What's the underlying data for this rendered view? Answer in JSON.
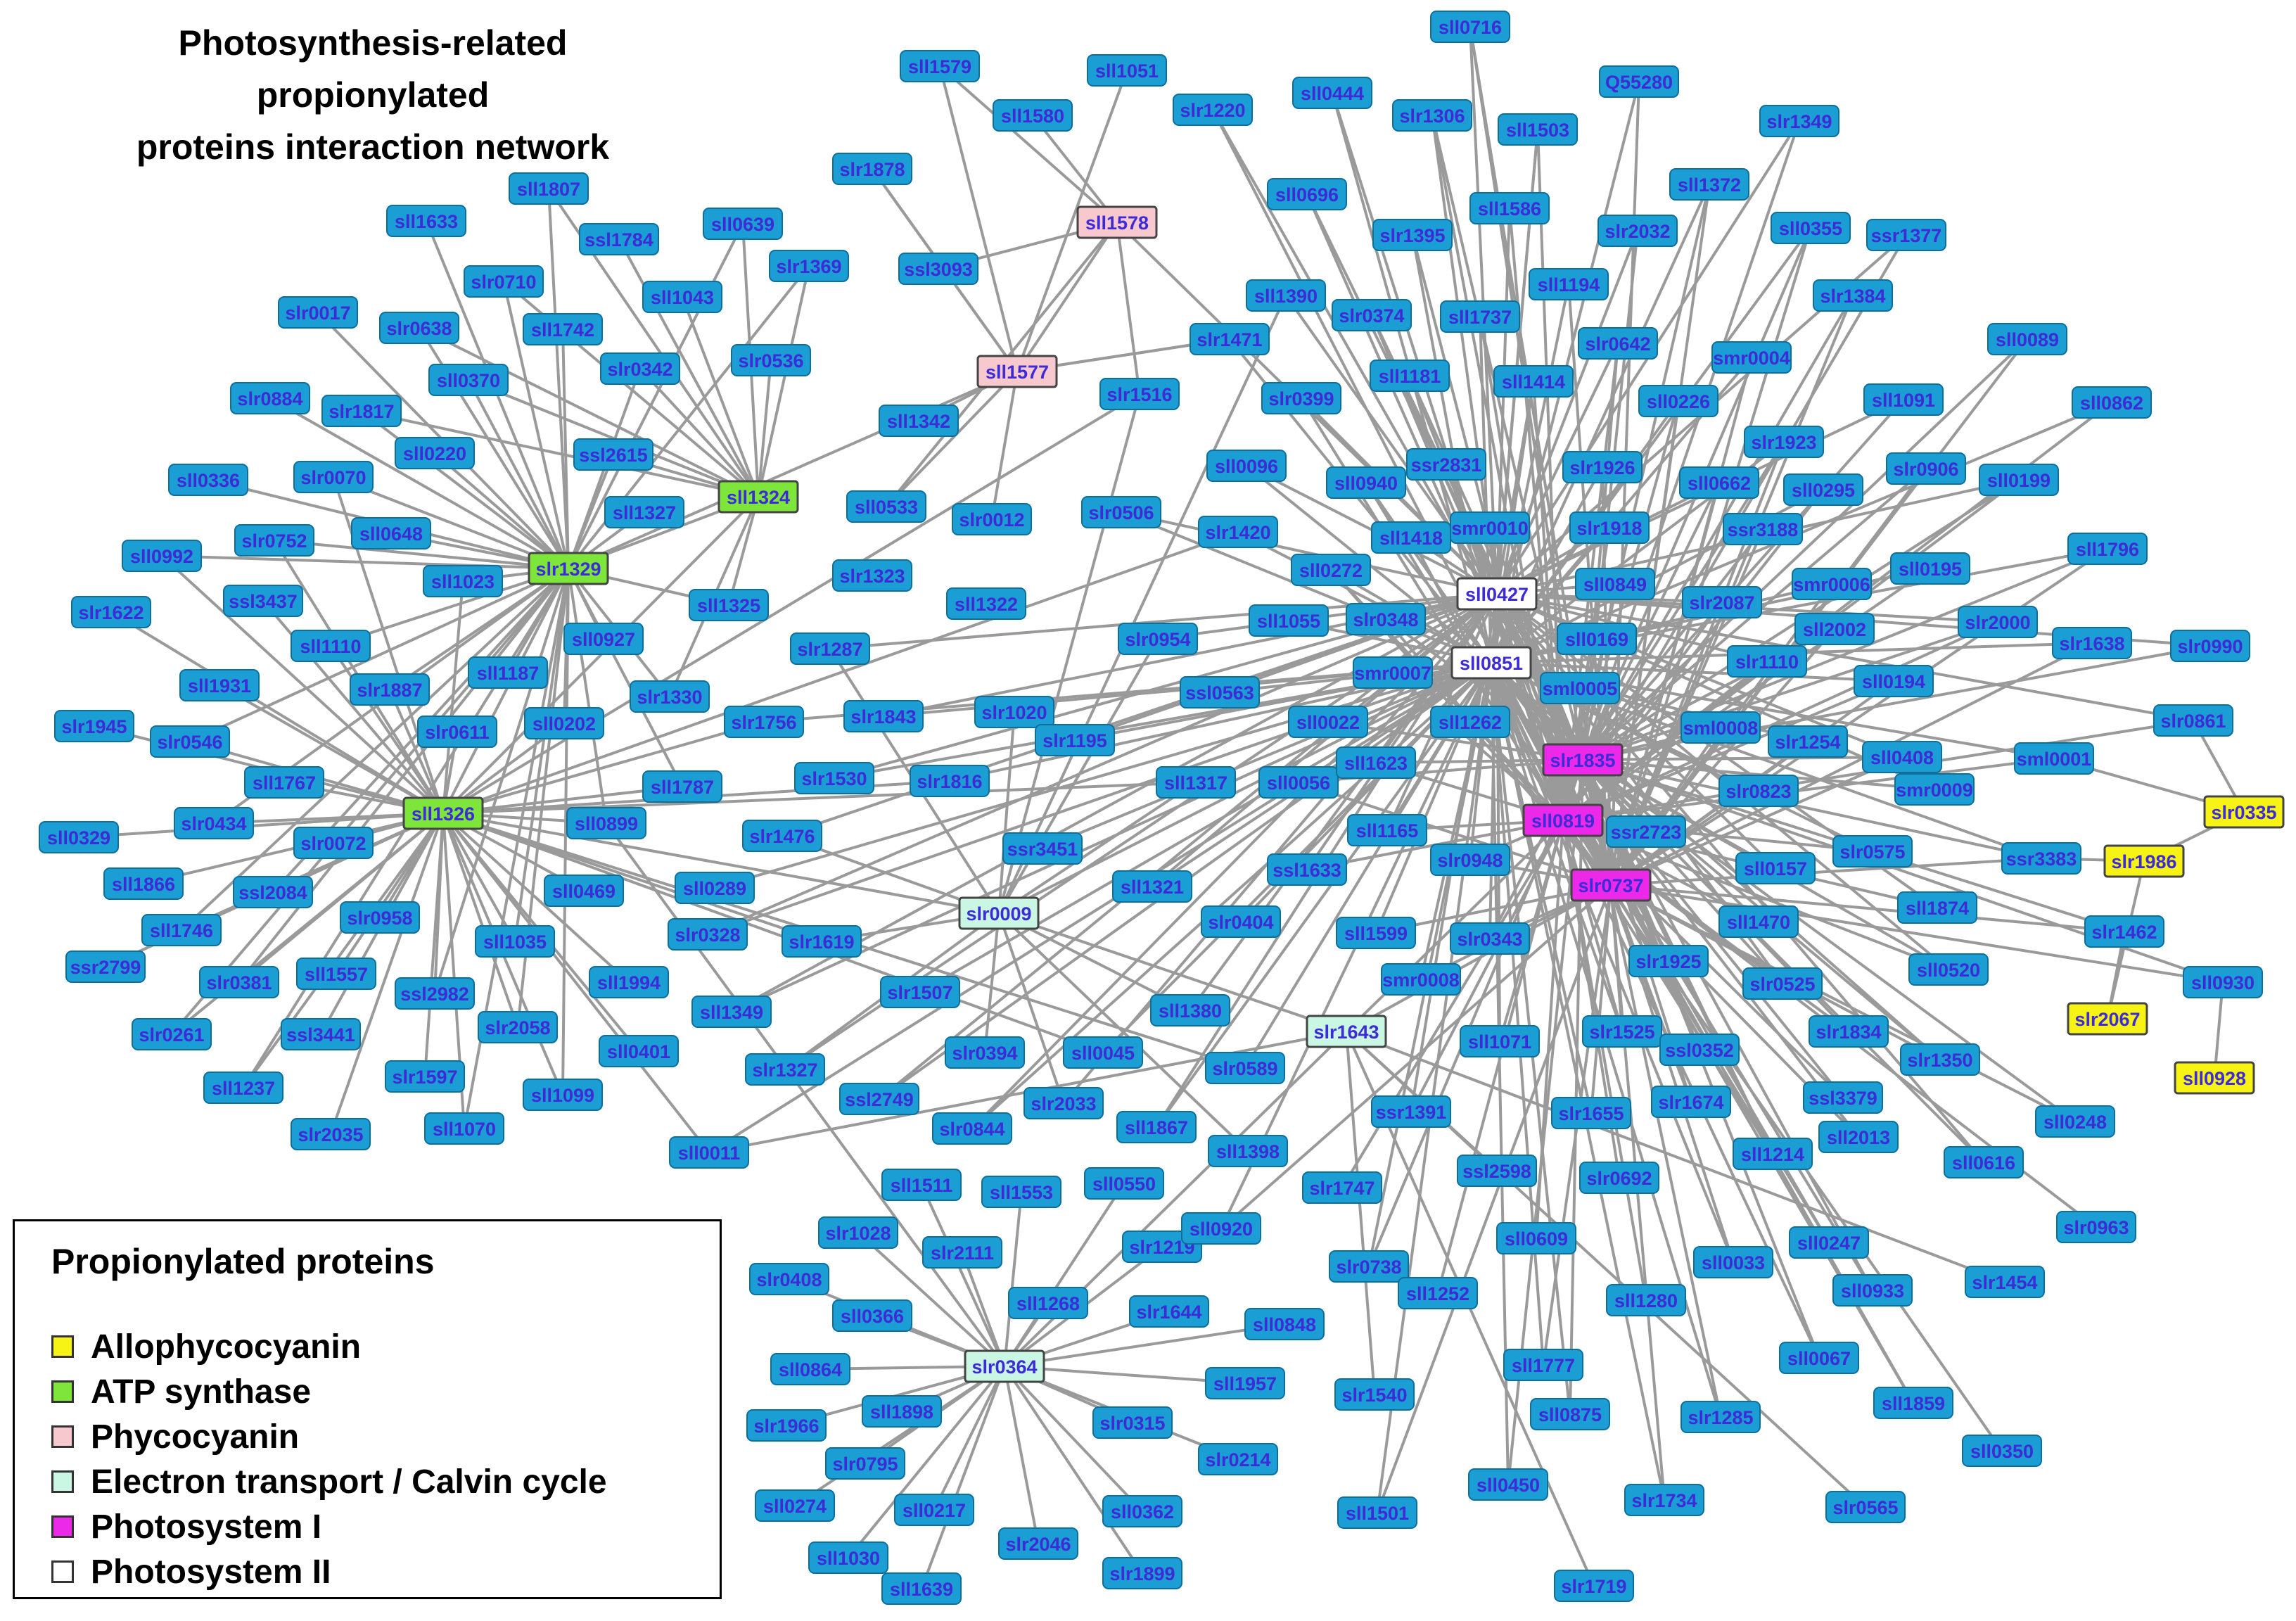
{
  "title_line1": "Photosynthesis-related propionylated",
  "title_line2": "proteins interaction network",
  "colors": {
    "default": "#1a9ed4",
    "default_text": "#3d2bd8",
    "edge": "#9a9a9a",
    "Allophycocyanin": "#f7f314",
    "ATP synthase": "#7ee63a",
    "Phycocyanin": "#f8c8cf",
    "Electron transport / Calvin cycle": "#c9f7e3",
    "Photosystem I": "#ec29e8",
    "Photosystem II": "#ffffff"
  },
  "legend": {
    "title": "Propionylated proteins",
    "items": [
      {
        "label": "Allophycocyanin",
        "color": "#f7f314"
      },
      {
        "label": "ATP synthase",
        "color": "#7ee63a"
      },
      {
        "label": "Phycocyanin",
        "color": "#f8c8cf"
      },
      {
        "label": "Electron transport / Calvin cycle",
        "color": "#c9f7e3"
      },
      {
        "label": "Photosystem I",
        "color": "#ec29e8"
      },
      {
        "label": "Photosystem II",
        "color": "#ffffff"
      }
    ]
  },
  "hubs": [
    {
      "id": "sll1324",
      "cat": "ATP synthase"
    },
    {
      "id": "slr1329",
      "cat": "ATP synthase"
    },
    {
      "id": "sll1326",
      "cat": "ATP synthase"
    },
    {
      "id": "sll1578",
      "cat": "Phycocyanin"
    },
    {
      "id": "sll1577",
      "cat": "Phycocyanin"
    },
    {
      "id": "slr0009",
      "cat": "Electron transport / Calvin cycle"
    },
    {
      "id": "slr1643",
      "cat": "Electron transport / Calvin cycle"
    },
    {
      "id": "slr0364",
      "cat": "Electron transport / Calvin cycle"
    },
    {
      "id": "sll0427",
      "cat": "Photosystem II"
    },
    {
      "id": "sll0851",
      "cat": "Photosystem II"
    },
    {
      "id": "slr1835",
      "cat": "Photosystem I"
    },
    {
      "id": "sll0819",
      "cat": "Photosystem I"
    },
    {
      "id": "slr0737",
      "cat": "Photosystem I"
    },
    {
      "id": "slr0335",
      "cat": "Allophycocyanin"
    },
    {
      "id": "slr1986",
      "cat": "Allophycocyanin"
    },
    {
      "id": "slr2067",
      "cat": "Allophycocyanin"
    },
    {
      "id": "sll0928",
      "cat": "Allophycocyanin"
    }
  ],
  "nodes_left": [
    "sll1807",
    "ssl1784",
    "sll0639",
    "sll1633",
    "slr0710",
    "sll1043",
    "slr1369",
    "slr0017",
    "slr0638",
    "sll1742",
    "slr0342",
    "slr0536",
    "sll0370",
    "slr0884",
    "slr1817",
    "sll0220",
    "ssl2615",
    "sll0336",
    "slr0070",
    "sll1327",
    "slr0752",
    "sll0648",
    "sll0992",
    "ssl3437",
    "sll1023",
    "slr1622",
    "sll1110",
    "sll0927",
    "sll1325",
    "sll1931",
    "slr1887",
    "sll1187",
    "slr1330",
    "slr1945",
    "slr0546",
    "slr0611",
    "sll0202",
    "sll1767",
    "sll1787",
    "sll0329",
    "slr0434",
    "slr0072",
    "sll0899",
    "sll1866",
    "ssl2084",
    "sll0469",
    "sll1746",
    "slr0958",
    "sll1035",
    "ssr2799",
    "slr0381",
    "sll1557",
    "ssl2982",
    "sll1994",
    "slr0261",
    "ssl3441",
    "slr2058",
    "sll0401",
    "sll1237",
    "slr1597",
    "sll1099",
    "slr2035",
    "sll1070"
  ],
  "nodes_mid": [
    "sll1579",
    "sll1051",
    "sll1580",
    "slr1878",
    "ssl3093",
    "sll1342",
    "sll0533",
    "slr0012",
    "slr1323",
    "sll1322",
    "slr1287",
    "slr1756",
    "slr1843",
    "slr1020",
    "slr1530",
    "slr1816",
    "slr1476",
    "sll0289",
    "slr0328",
    "slr1619",
    "sll1349",
    "slr1507",
    "slr1327",
    "sll0011",
    "ssl2749",
    "slr0394",
    "slr0844",
    "sll0045",
    "slr2033",
    "ssr3451",
    "slr1195",
    "sll1317",
    "sll1321",
    "slr0404",
    "sll1380",
    "slr0589",
    "sll1867",
    "sll1398",
    "slr0506",
    "slr1420",
    "slr0954",
    "sll1055",
    "ssl0563",
    "slr1516",
    "sll0096",
    "slr1471",
    "sll1390"
  ],
  "nodes_bottom": [
    "sll1511",
    "sll1553",
    "sll0550",
    "slr1028",
    "slr2111",
    "slr1219",
    "slr0408",
    "sll0366",
    "sll1268",
    "slr1644",
    "sll0864",
    "sll0848",
    "sll1957",
    "slr1966",
    "sll1898",
    "slr0315",
    "slr0795",
    "slr0214",
    "sll0899",
    "sll0274",
    "sll0217",
    "sll0362",
    "sll1030",
    "slr2046",
    "sll1639",
    "slr1899",
    "sll0920",
    "slr1747",
    "slr0738",
    "slr1540",
    "sll1501",
    "sll1252",
    "sll0450",
    "ssl2598",
    "sll1777",
    "sll0609",
    "sll0875",
    "slr1719",
    "slr1734",
    "sll1280",
    "slr1285",
    "sll0011",
    "sll0033",
    "slr0692",
    "sll0067",
    "slr0565",
    "sll1859",
    "sll0350",
    "sll0933",
    "slr1454",
    "sll0247",
    "slr0963"
  ],
  "nodes_right": [
    "sll0716",
    "sll0444",
    "slr1220",
    "slr1306",
    "Q55280",
    "slr1349",
    "sll1503",
    "sll0696",
    "sll1586",
    "sll1372",
    "slr2032",
    "slr1395",
    "sll0355",
    "ssr1377",
    "sll1194",
    "slr0374",
    "sll1737",
    "slr1384",
    "slr0642",
    "smr0004",
    "sll1181",
    "sll1414",
    "sll0089",
    "slr0399",
    "sll0226",
    "sll1091",
    "sll0862",
    "slr1923",
    "ssr2831",
    "slr1926",
    "sll0662",
    "sll0295",
    "slr0906",
    "sll0199",
    "sll0940",
    "smr0010",
    "slr1918",
    "ssr3188",
    "sll1418",
    "sll0272",
    "sll0849",
    "sll0195",
    "sll1796",
    "slr2087",
    "smr0006",
    "slr0348",
    "sll0169",
    "sll2002",
    "slr2000",
    "slr1638",
    "slr0990",
    "smr0007",
    "sml0005",
    "slr1110",
    "sll0194",
    "sll0022",
    "sll1262",
    "sml0008",
    "slr0861",
    "slr1254",
    "sll0408",
    "sml0001",
    "sll0056",
    "sll1623",
    "slr0823",
    "smr0009",
    "sll1165",
    "ssr2723",
    "ssl1633",
    "slr0948",
    "sll0157",
    "slr0575",
    "ssr3383",
    "sll1874",
    "sll1599",
    "slr0343",
    "sll1470",
    "slr1462",
    "sll0520",
    "smr0008",
    "slr1925",
    "slr0525",
    "sll0930",
    "sll1071",
    "slr1525",
    "ssl0352",
    "slr1834",
    "slr1350",
    "ssr1391",
    "slr1655",
    "slr1674",
    "ssl3379",
    "sll0248",
    "sll1214",
    "sll2013",
    "sll0616"
  ],
  "positions": {}
}
